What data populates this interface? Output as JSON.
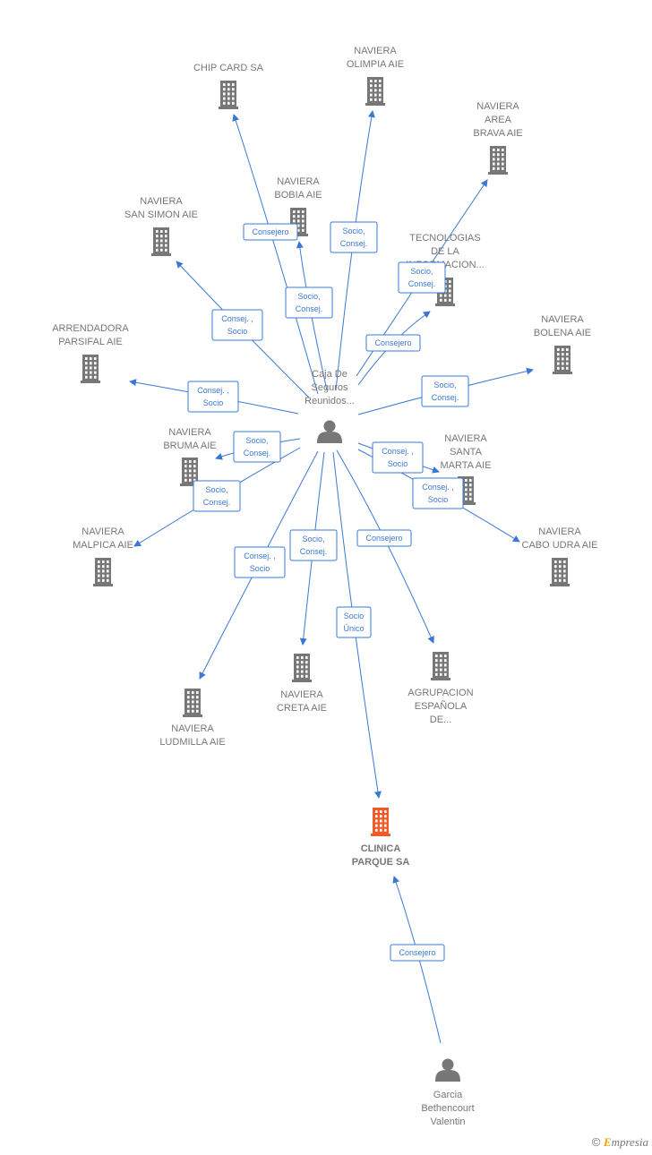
{
  "colors": {
    "edge": "#3a78d4",
    "company": "#777777",
    "focus": "#f05a28",
    "person": "#777777"
  },
  "nodes": [
    {
      "id": "chip",
      "type": "company",
      "label": [
        "CHIP CARD SA"
      ],
      "icon": "building-icon"
    },
    {
      "id": "olimpia",
      "type": "company",
      "label": [
        "NAVIERA",
        "OLIMPIA AIE"
      ],
      "icon": "building-icon"
    },
    {
      "id": "area",
      "type": "company",
      "label": [
        "NAVIERA",
        "AREA",
        "BRAVA AIE"
      ],
      "icon": "building-icon"
    },
    {
      "id": "bobia",
      "type": "company",
      "label": [
        "NAVIERA",
        "BOBIA AIE"
      ],
      "icon": "building-icon"
    },
    {
      "id": "simon",
      "type": "company",
      "label": [
        "NAVIERA",
        "SAN SIMON AIE"
      ],
      "icon": "building-icon"
    },
    {
      "id": "tecno",
      "type": "company",
      "label": [
        "TECNOLOGIAS",
        "DE LA",
        "INFORMACION..."
      ],
      "icon": "building-icon"
    },
    {
      "id": "parsifal",
      "type": "company",
      "label": [
        "ARRENDADORA",
        "PARSIFAL AIE"
      ],
      "icon": "building-icon"
    },
    {
      "id": "bolena",
      "type": "company",
      "label": [
        "NAVIERA",
        "BOLENA AIE"
      ],
      "icon": "building-icon"
    },
    {
      "id": "bruma",
      "type": "company",
      "label": [
        "NAVIERA",
        "BRUMA AIE"
      ],
      "icon": "building-icon"
    },
    {
      "id": "santa",
      "type": "company",
      "label": [
        "NAVIERA",
        "SANTA",
        "MARTA AIE"
      ],
      "icon": "building-icon"
    },
    {
      "id": "malpica",
      "type": "company",
      "label": [
        "NAVIERA",
        "MALPICA AIE"
      ],
      "icon": "building-icon"
    },
    {
      "id": "caboudra",
      "type": "company",
      "label": [
        "NAVIERA",
        "CABO UDRA AIE"
      ],
      "icon": "building-icon"
    },
    {
      "id": "ludmilla",
      "type": "company",
      "label": [
        "NAVIERA",
        "LUDMILLA AIE"
      ],
      "icon": "building-icon"
    },
    {
      "id": "creta",
      "type": "company",
      "label": [
        "NAVIERA",
        "CRETA AIE"
      ],
      "icon": "building-icon"
    },
    {
      "id": "agrupacion",
      "type": "company",
      "label": [
        "AGRUPACION",
        "ESPAÑOLA",
        "DE..."
      ],
      "icon": "building-icon"
    },
    {
      "id": "clinica",
      "type": "focus",
      "label": [
        "CLINICA",
        "PARQUE SA"
      ],
      "icon": "building-icon"
    },
    {
      "id": "caja",
      "type": "person",
      "label": [
        "Caja De",
        "Seguros",
        "Reunidos..."
      ],
      "icon": "person-icon"
    },
    {
      "id": "garcia",
      "type": "person",
      "label": [
        "Garcia",
        "Bethencourt",
        "Valentin"
      ],
      "icon": "person-icon"
    }
  ],
  "edges": [
    {
      "from": "caja",
      "to": "chip",
      "label": [
        "Consejero"
      ]
    },
    {
      "from": "caja",
      "to": "olimpia",
      "label": [
        "Socio,",
        "Consej."
      ]
    },
    {
      "from": "caja",
      "to": "area",
      "label": [
        "Socio,",
        "Consej."
      ]
    },
    {
      "from": "caja",
      "to": "bobia",
      "label": [
        "Socio,",
        "Consej."
      ]
    },
    {
      "from": "caja",
      "to": "simon",
      "label": [
        "Consej. ,",
        "Socio"
      ]
    },
    {
      "from": "caja",
      "to": "tecno",
      "label": [
        "Consejero"
      ]
    },
    {
      "from": "caja",
      "to": "parsifal",
      "label": [
        "Consej. ,",
        "Socio"
      ]
    },
    {
      "from": "caja",
      "to": "bolena",
      "label": [
        "Socio,",
        "Consej."
      ]
    },
    {
      "from": "caja",
      "to": "bruma",
      "label": [
        "Socio,",
        "Consej."
      ]
    },
    {
      "from": "caja",
      "to": "santa",
      "label": [
        "Consej. ,",
        "Socio"
      ]
    },
    {
      "from": "caja",
      "to": "malpica",
      "label": [
        "Socio,",
        "Consej."
      ]
    },
    {
      "from": "caja",
      "to": "caboudra",
      "label": [
        "Consej. ,",
        "Socio"
      ]
    },
    {
      "from": "caja",
      "to": "ludmilla",
      "label": [
        "Consej. ,",
        "Socio"
      ]
    },
    {
      "from": "caja",
      "to": "creta",
      "label": [
        "Socio,",
        "Consej."
      ]
    },
    {
      "from": "caja",
      "to": "agrupacion",
      "label": [
        "Consejero"
      ]
    },
    {
      "from": "caja",
      "to": "clinica",
      "label": [
        "Socio",
        "Único"
      ]
    },
    {
      "from": "garcia",
      "to": "clinica",
      "label": [
        "Consejero"
      ]
    }
  ],
  "footer": {
    "copyright_symbol": "©",
    "brand_initial": "E",
    "brand_rest": "mpresia"
  }
}
